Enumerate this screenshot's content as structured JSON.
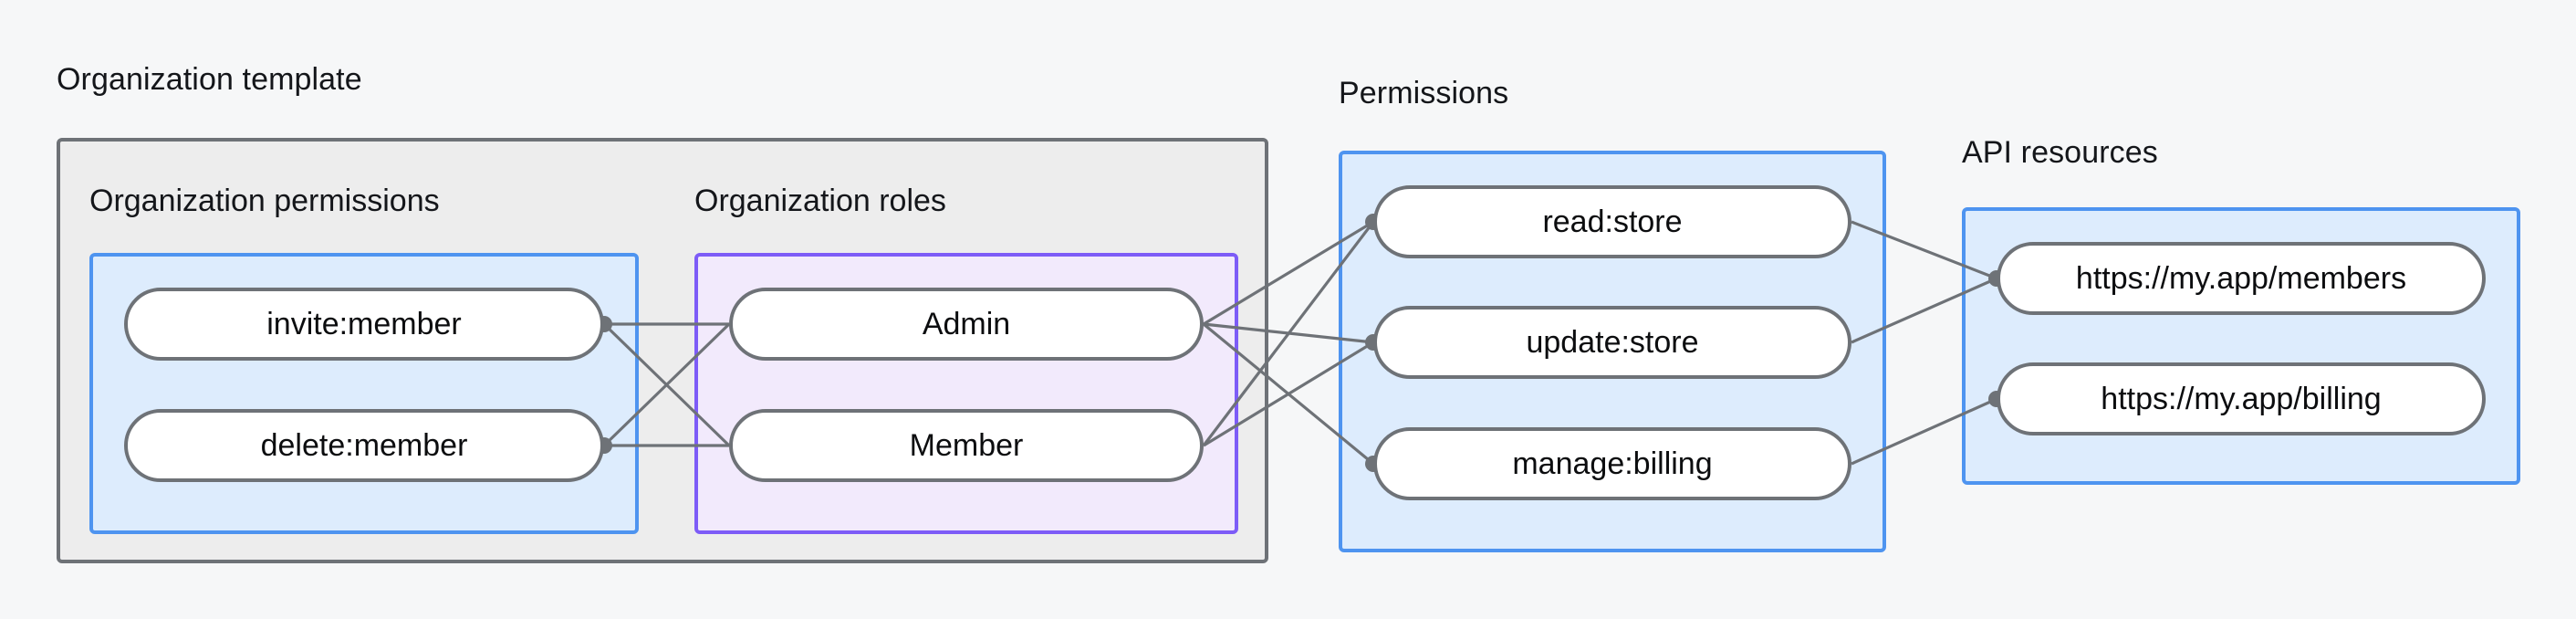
{
  "diagram": {
    "title_visible": false,
    "background_color": "#f6f7f8",
    "node_border_color": "#6e7277",
    "edge_color": "#6e7277"
  },
  "groups": {
    "organization_template": {
      "label": "Organization template",
      "border_color": "#6e7277",
      "fill_color": "#ededed",
      "subgroups": {
        "organization_permissions": {
          "label": "Organization permissions",
          "border_color": "#4e94f0",
          "fill_color": "#ddecfd",
          "nodes": [
            {
              "id": "invite-member",
              "label": "invite:member"
            },
            {
              "id": "delete-member",
              "label": "delete:member"
            }
          ]
        },
        "organization_roles": {
          "label": "Organization roles",
          "border_color": "#7d5cf7",
          "fill_color": "#f2eafc",
          "nodes": [
            {
              "id": "admin",
              "label": "Admin"
            },
            {
              "id": "member",
              "label": "Member"
            }
          ]
        }
      }
    },
    "permissions": {
      "label": "Permissions",
      "border_color": "#4e94f0",
      "fill_color": "#ddecfd",
      "nodes": [
        {
          "id": "read-store",
          "label": "read:store"
        },
        {
          "id": "update-store",
          "label": "update:store"
        },
        {
          "id": "manage-billing",
          "label": "manage:billing"
        }
      ]
    },
    "api_resources": {
      "label": "API resources",
      "border_color": "#4e94f0",
      "fill_color": "#ddecfd",
      "nodes": [
        {
          "id": "members-url",
          "label": "https://my.app/members"
        },
        {
          "id": "billing-url",
          "label": "https://my.app/billing"
        }
      ]
    }
  },
  "edges": [
    {
      "from": "invite-member",
      "to": "admin"
    },
    {
      "from": "invite-member",
      "to": "member"
    },
    {
      "from": "delete-member",
      "to": "admin"
    },
    {
      "from": "delete-member",
      "to": "member"
    },
    {
      "from": "admin",
      "to": "read-store"
    },
    {
      "from": "admin",
      "to": "update-store"
    },
    {
      "from": "admin",
      "to": "manage-billing"
    },
    {
      "from": "member",
      "to": "read-store"
    },
    {
      "from": "member",
      "to": "update-store"
    },
    {
      "from": "read-store",
      "to": "members-url"
    },
    {
      "from": "update-store",
      "to": "members-url"
    },
    {
      "from": "manage-billing",
      "to": "billing-url"
    }
  ]
}
